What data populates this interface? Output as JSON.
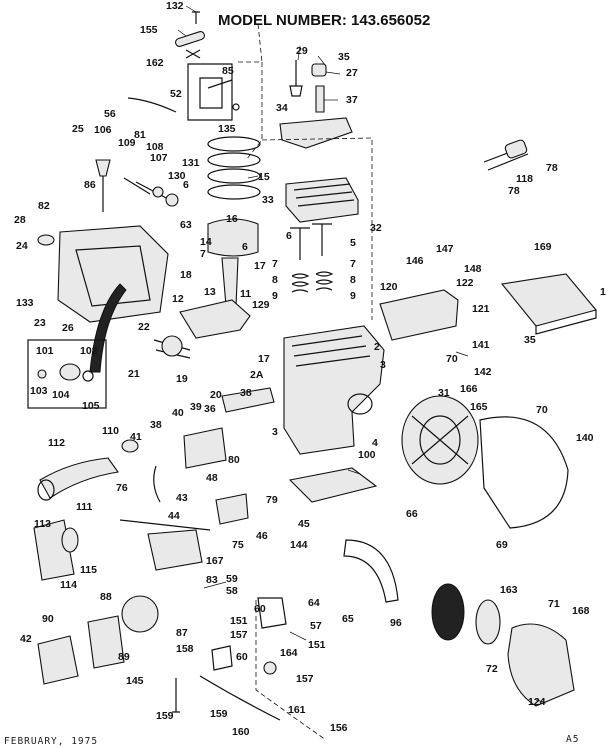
{
  "title": "MODEL NUMBER:  143.656052",
  "footer_left": "FEBRUARY, 1975",
  "footer_right": "A5",
  "callouts": [
    {
      "id": "c132",
      "text": "132"
    },
    {
      "id": "c155",
      "text": "155"
    },
    {
      "id": "c162",
      "text": "162"
    },
    {
      "id": "c85",
      "text": "85"
    },
    {
      "id": "c52",
      "text": "52"
    },
    {
      "id": "c56",
      "text": "56"
    },
    {
      "id": "c135",
      "text": "135"
    },
    {
      "id": "c29",
      "text": "29"
    },
    {
      "id": "c35a",
      "text": "35"
    },
    {
      "id": "c27",
      "text": "27"
    },
    {
      "id": "c37",
      "text": "37"
    },
    {
      "id": "c34",
      "text": "34"
    },
    {
      "id": "c78a",
      "text": "78"
    },
    {
      "id": "c118",
      "text": "118"
    },
    {
      "id": "c78b",
      "text": "78"
    },
    {
      "id": "c25",
      "text": "25"
    },
    {
      "id": "c106",
      "text": "106"
    },
    {
      "id": "c81",
      "text": "81"
    },
    {
      "id": "c109",
      "text": "109"
    },
    {
      "id": "c108",
      "text": "108"
    },
    {
      "id": "c107",
      "text": "107"
    },
    {
      "id": "c131",
      "text": "131"
    },
    {
      "id": "c130",
      "text": "130"
    },
    {
      "id": "c15",
      "text": "15"
    },
    {
      "id": "c86",
      "text": "86"
    },
    {
      "id": "c6a",
      "text": "6"
    },
    {
      "id": "c33",
      "text": "33"
    },
    {
      "id": "c82",
      "text": "82"
    },
    {
      "id": "c28",
      "text": "28"
    },
    {
      "id": "c63",
      "text": "63"
    },
    {
      "id": "c16",
      "text": "16"
    },
    {
      "id": "c32",
      "text": "32"
    },
    {
      "id": "c24",
      "text": "24"
    },
    {
      "id": "c14",
      "text": "14"
    },
    {
      "id": "c6b",
      "text": "6"
    },
    {
      "id": "c6c",
      "text": "6"
    },
    {
      "id": "c5",
      "text": "5"
    },
    {
      "id": "c169",
      "text": "169"
    },
    {
      "id": "c7a",
      "text": "7"
    },
    {
      "id": "c17a",
      "text": "17"
    },
    {
      "id": "c7b",
      "text": "7"
    },
    {
      "id": "c7c",
      "text": "7"
    },
    {
      "id": "c146",
      "text": "146"
    },
    {
      "id": "c147",
      "text": "147"
    },
    {
      "id": "c148",
      "text": "148"
    },
    {
      "id": "c18",
      "text": "18"
    },
    {
      "id": "c8a",
      "text": "8"
    },
    {
      "id": "c8b",
      "text": "8"
    },
    {
      "id": "c1",
      "text": "1"
    },
    {
      "id": "c133",
      "text": "133"
    },
    {
      "id": "c13",
      "text": "13"
    },
    {
      "id": "c11",
      "text": "11"
    },
    {
      "id": "c9a",
      "text": "9"
    },
    {
      "id": "c9b",
      "text": "9"
    },
    {
      "id": "c122",
      "text": "122"
    },
    {
      "id": "c120",
      "text": "120"
    },
    {
      "id": "c12",
      "text": "12"
    },
    {
      "id": "c129",
      "text": "129"
    },
    {
      "id": "c121",
      "text": "121"
    },
    {
      "id": "c23",
      "text": "23"
    },
    {
      "id": "c26",
      "text": "26"
    },
    {
      "id": "c22",
      "text": "22"
    },
    {
      "id": "c141",
      "text": "141"
    },
    {
      "id": "c35b",
      "text": "35"
    },
    {
      "id": "c2",
      "text": "2"
    },
    {
      "id": "c101",
      "text": "101"
    },
    {
      "id": "c102",
      "text": "102"
    },
    {
      "id": "c103",
      "text": "103"
    },
    {
      "id": "c104",
      "text": "104"
    },
    {
      "id": "c105",
      "text": "105"
    },
    {
      "id": "c21",
      "text": "21"
    },
    {
      "id": "c19",
      "text": "19"
    },
    {
      "id": "c17b",
      "text": "17"
    },
    {
      "id": "c70a",
      "text": "70"
    },
    {
      "id": "c142",
      "text": "142"
    },
    {
      "id": "c20",
      "text": "20"
    },
    {
      "id": "c2A",
      "text": "2A"
    },
    {
      "id": "c3a",
      "text": "3"
    },
    {
      "id": "c36",
      "text": "36"
    },
    {
      "id": "c38a",
      "text": "38"
    },
    {
      "id": "c31",
      "text": "31"
    },
    {
      "id": "c166",
      "text": "166"
    },
    {
      "id": "c40",
      "text": "40"
    },
    {
      "id": "c39",
      "text": "39"
    },
    {
      "id": "c165",
      "text": "165"
    },
    {
      "id": "c70b",
      "text": "70"
    },
    {
      "id": "c110",
      "text": "110"
    },
    {
      "id": "c41",
      "text": "41"
    },
    {
      "id": "c38b",
      "text": "38"
    },
    {
      "id": "c3b",
      "text": "3"
    },
    {
      "id": "c112",
      "text": "112"
    },
    {
      "id": "c4",
      "text": "4"
    },
    {
      "id": "c140",
      "text": "140"
    },
    {
      "id": "c100",
      "text": "100"
    },
    {
      "id": "c80",
      "text": "80"
    },
    {
      "id": "c76",
      "text": "76"
    },
    {
      "id": "c48",
      "text": "48"
    },
    {
      "id": "c43",
      "text": "43"
    },
    {
      "id": "c79",
      "text": "79"
    },
    {
      "id": "c111",
      "text": "111"
    },
    {
      "id": "c44",
      "text": "44"
    },
    {
      "id": "c45",
      "text": "45"
    },
    {
      "id": "c46",
      "text": "46"
    },
    {
      "id": "c66",
      "text": "66"
    },
    {
      "id": "c113",
      "text": "113"
    },
    {
      "id": "c75",
      "text": "75"
    },
    {
      "id": "c144",
      "text": "144"
    },
    {
      "id": "c69",
      "text": "69"
    },
    {
      "id": "c115",
      "text": "115"
    },
    {
      "id": "c167",
      "text": "167"
    },
    {
      "id": "c114",
      "text": "114"
    },
    {
      "id": "c83",
      "text": "83"
    },
    {
      "id": "c59",
      "text": "59"
    },
    {
      "id": "c58",
      "text": "58"
    },
    {
      "id": "c88",
      "text": "88"
    },
    {
      "id": "c163",
      "text": "163"
    },
    {
      "id": "c71",
      "text": "71"
    },
    {
      "id": "c168",
      "text": "168"
    },
    {
      "id": "c64",
      "text": "64"
    },
    {
      "id": "c90",
      "text": "90"
    },
    {
      "id": "c60a",
      "text": "60"
    },
    {
      "id": "c65",
      "text": "65"
    },
    {
      "id": "c96",
      "text": "96"
    },
    {
      "id": "c151a",
      "text": "151"
    },
    {
      "id": "c57",
      "text": "57"
    },
    {
      "id": "c87",
      "text": "87"
    },
    {
      "id": "c157a",
      "text": "157"
    },
    {
      "id": "c42",
      "text": "42"
    },
    {
      "id": "c158",
      "text": "158"
    },
    {
      "id": "c164",
      "text": "164"
    },
    {
      "id": "c151b",
      "text": "151"
    },
    {
      "id": "c89",
      "text": "89"
    },
    {
      "id": "c60b",
      "text": "60"
    },
    {
      "id": "c72",
      "text": "72"
    },
    {
      "id": "c145",
      "text": "145"
    },
    {
      "id": "c157b",
      "text": "157"
    },
    {
      "id": "c124",
      "text": "124"
    },
    {
      "id": "c159a",
      "text": "159"
    },
    {
      "id": "c159b",
      "text": "159"
    },
    {
      "id": "c161",
      "text": "161"
    },
    {
      "id": "c160",
      "text": "160"
    },
    {
      "id": "c156",
      "text": "156"
    }
  ]
}
